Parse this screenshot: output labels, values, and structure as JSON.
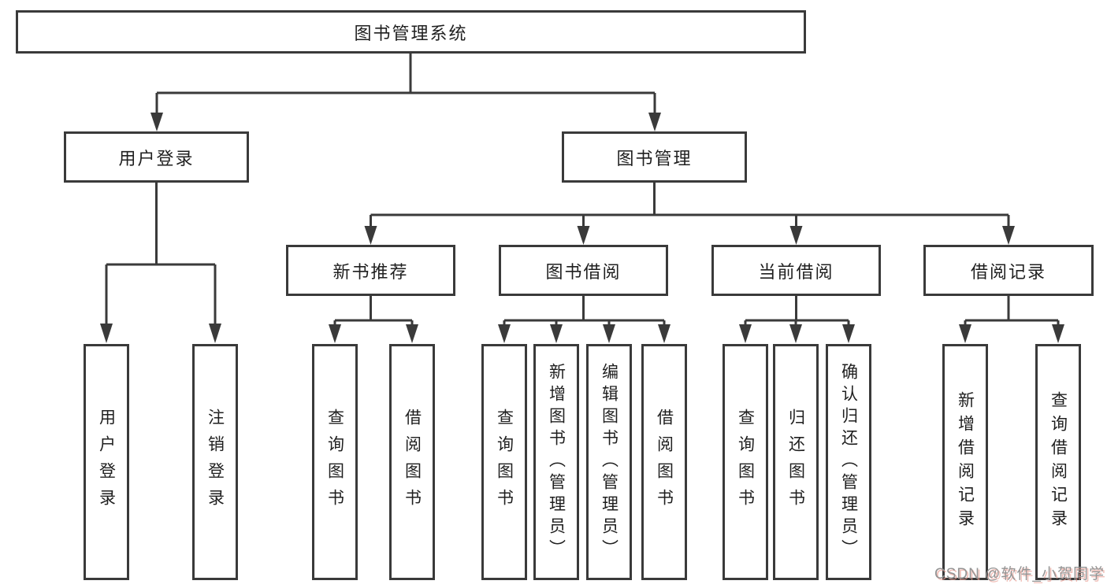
{
  "diagram": {
    "type": "tree",
    "title": "图书管理系统",
    "colors": {
      "line": "#3a3a3a",
      "box_border": "#3a3a3a",
      "box_fill": "#ffffff",
      "text": "#1f1f1f",
      "watermark_text": "#949494",
      "watermark_shadow": "#e99c92"
    },
    "tree": {
      "root": {
        "label": "图书管理系统"
      },
      "branches": [
        {
          "label": "用户登录",
          "leaves": [
            {
              "label": "用户登录"
            },
            {
              "label": "注销登录"
            }
          ]
        },
        {
          "label": "图书管理",
          "groups": [
            {
              "label": "新书推荐",
              "leaves": [
                {
                  "label": "查询图书"
                },
                {
                  "label": "借阅图书"
                }
              ]
            },
            {
              "label": "图书借阅",
              "leaves": [
                {
                  "label": "查询图书"
                },
                {
                  "label": "新增图书（管理员）"
                },
                {
                  "label": "编辑图书（管理员）"
                },
                {
                  "label": "借阅图书"
                }
              ]
            },
            {
              "label": "当前借阅",
              "leaves": [
                {
                  "label": "查询图书"
                },
                {
                  "label": "归还图书"
                },
                {
                  "label": "确认归还（管理员）"
                }
              ]
            },
            {
              "label": "借阅记录",
              "leaves": [
                {
                  "label": "新增借阅记录"
                },
                {
                  "label": "查询借阅记录"
                }
              ]
            }
          ]
        }
      ]
    }
  },
  "watermark": {
    "text": "CSDN @软件_小贺同学"
  }
}
